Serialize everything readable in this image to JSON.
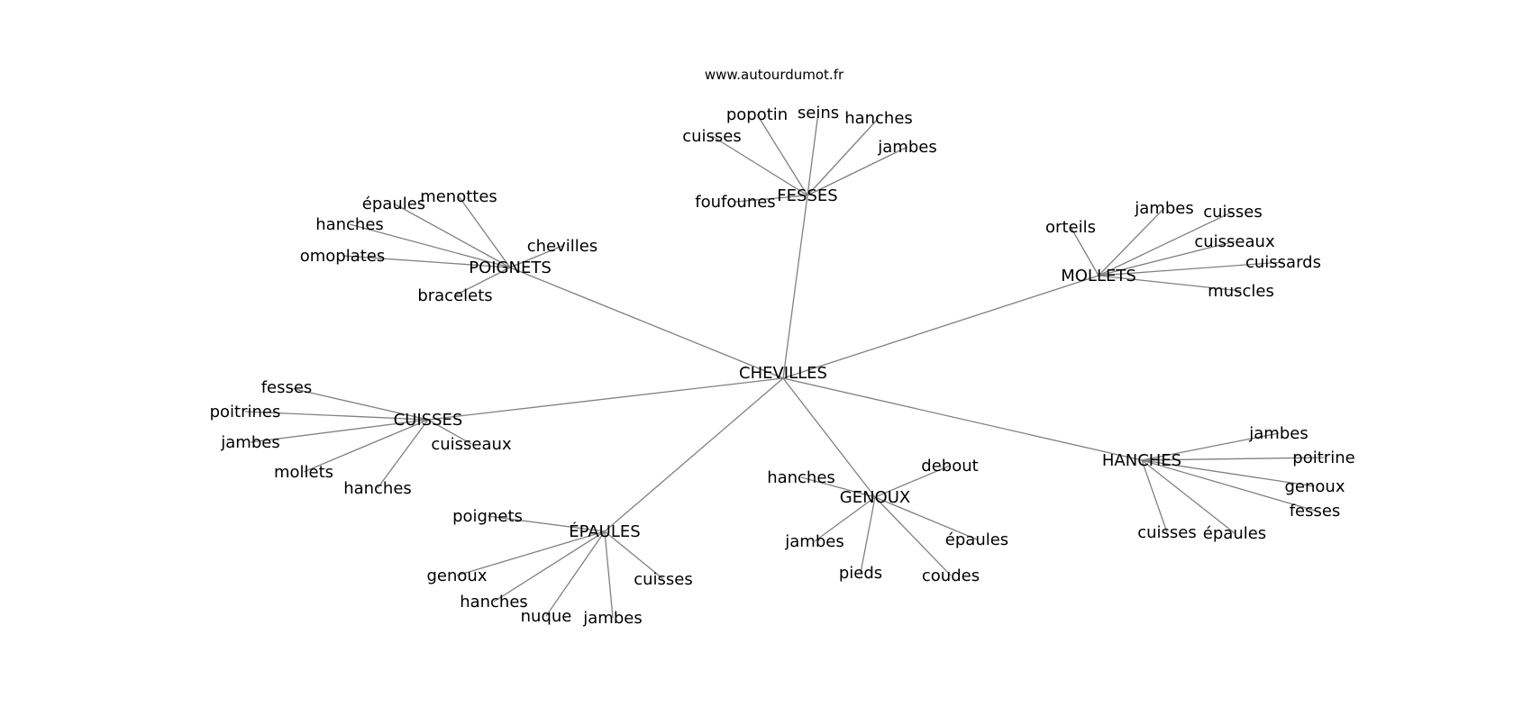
{
  "source": "www.autourdumot.fr",
  "center": "CHEVILLES",
  "hubs": [
    {
      "id": "fesses",
      "label": "FESSES",
      "leaves": [
        "popotin",
        "seins",
        "hanches",
        "cuisses",
        "jambes",
        "foufounes"
      ]
    },
    {
      "id": "poignets",
      "label": "POIGNETS",
      "leaves": [
        "menottes",
        "épaules",
        "hanches",
        "chevilles",
        "omoplates",
        "bracelets"
      ]
    },
    {
      "id": "mollets",
      "label": "MOLLETS",
      "leaves": [
        "jambes",
        "cuisses",
        "orteils",
        "cuisseaux",
        "cuissards",
        "muscles"
      ]
    },
    {
      "id": "cuisses",
      "label": "CUISSES",
      "leaves": [
        "fesses",
        "poitrines",
        "jambes",
        "cuisseaux",
        "mollets",
        "hanches"
      ]
    },
    {
      "id": "hanches",
      "label": "HANCHES",
      "leaves": [
        "jambes",
        "poitrine",
        "genoux",
        "fesses",
        "cuisses",
        "épaules"
      ]
    },
    {
      "id": "genoux",
      "label": "GENOUX",
      "leaves": [
        "debout",
        "hanches",
        "jambes",
        "épaules",
        "pieds",
        "coudes"
      ]
    },
    {
      "id": "epaules",
      "label": "ÉPAULES",
      "leaves": [
        "poignets",
        "genoux",
        "cuisses",
        "hanches",
        "nuque",
        "jambes"
      ]
    }
  ]
}
